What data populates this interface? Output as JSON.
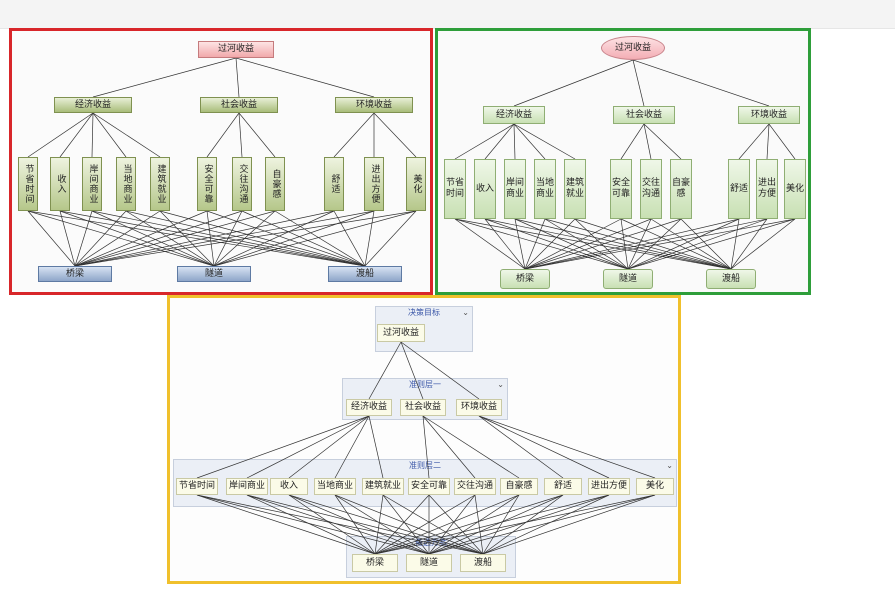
{
  "panel_red": {
    "goal": "过河收益",
    "criteria": [
      "经济收益",
      "社会收益",
      "环境收益"
    ],
    "subs": [
      "节省时间",
      "收入",
      "岸间商业",
      "当地商业",
      "建筑就业",
      "安全可靠",
      "交往沟通",
      "自豪感",
      "舒适",
      "进出方便",
      "美化"
    ],
    "alternatives": [
      "桥梁",
      "隧道",
      "渡船"
    ]
  },
  "panel_green": {
    "goal": "过河收益",
    "criteria": [
      "经济收益",
      "社会收益",
      "环境收益"
    ],
    "subs": [
      "节省时间",
      "收入",
      "岸间商业",
      "当地商业",
      "建筑就业",
      "安全可靠",
      "交往沟通",
      "自豪感",
      "舒适",
      "进出方便",
      "美化"
    ],
    "alternatives": [
      "桥梁",
      "隧道",
      "渡船"
    ]
  },
  "panel_yellow": {
    "goal_group": "决策目标",
    "goal": "过河收益",
    "level1_group": "准则层一",
    "criteria": [
      "经济收益",
      "社会收益",
      "环境收益"
    ],
    "level2_group": "准则层二",
    "subs": [
      "节省时间",
      "岸间商业",
      "收入",
      "当地商业",
      "建筑就业",
      "安全可靠",
      "交往沟通",
      "自豪感",
      "舒适",
      "进出方便",
      "美化"
    ],
    "alternatives_group": "备选方案",
    "alternatives": [
      "桥梁",
      "隧道",
      "渡船"
    ]
  },
  "colors": {
    "red_frame": "#d8262a",
    "green_frame": "#2e9e3a",
    "yellow_frame": "#f0c02c",
    "band_title": "#3b57a8"
  }
}
